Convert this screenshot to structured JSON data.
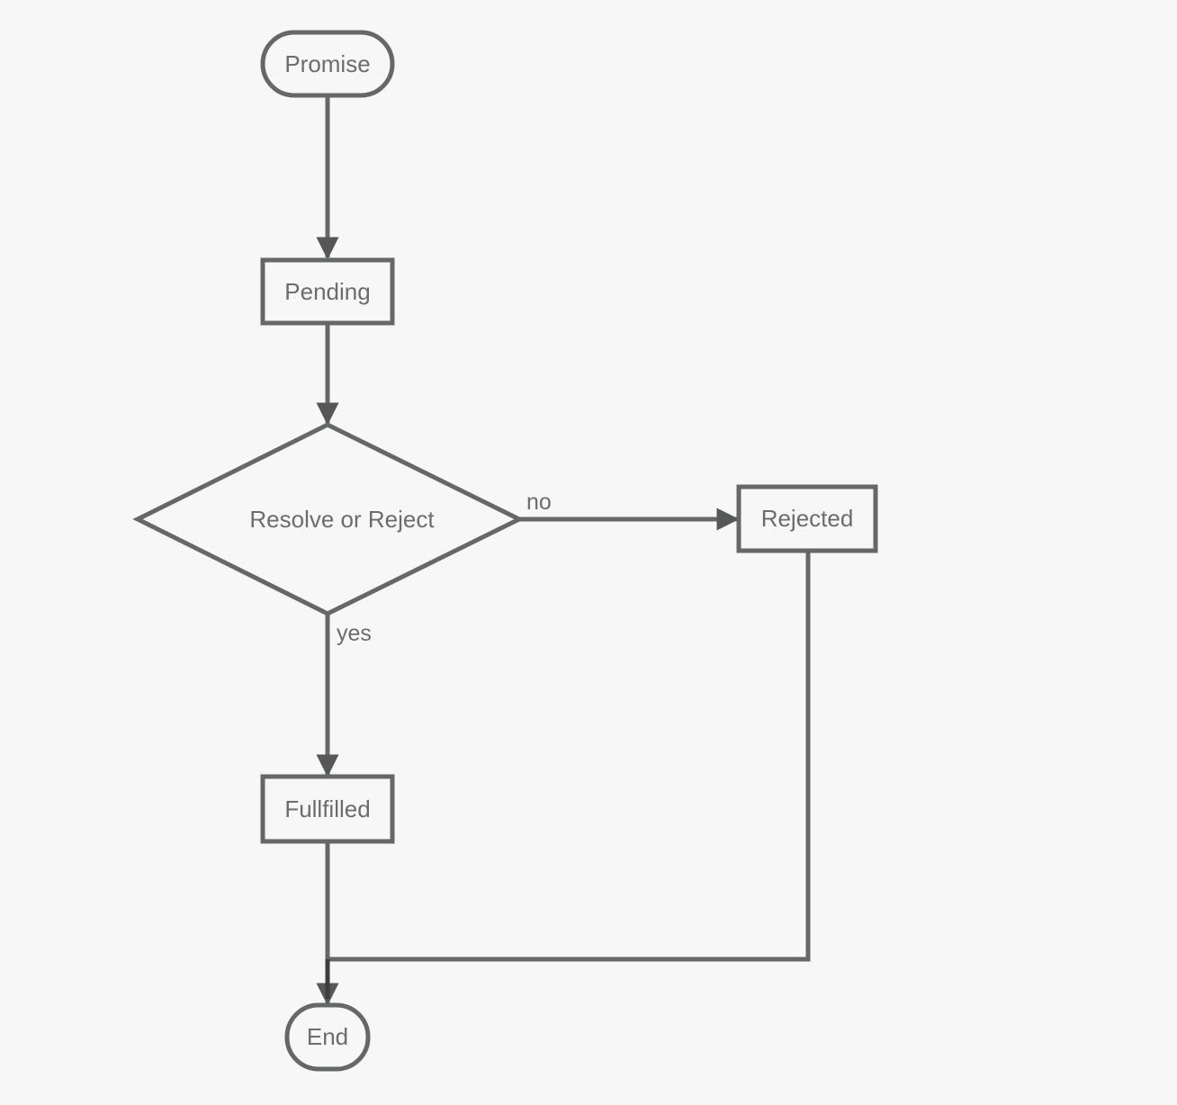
{
  "diagram": {
    "type": "flowchart",
    "nodes": {
      "promise": {
        "label": "Promise",
        "shape": "terminator"
      },
      "pending": {
        "label": "Pending",
        "shape": "process"
      },
      "decision": {
        "label": "Resolve or Reject",
        "shape": "decision"
      },
      "rejected": {
        "label": "Rejected",
        "shape": "process"
      },
      "fulfilled": {
        "label": "Fullfilled",
        "shape": "process"
      },
      "end": {
        "label": "End",
        "shape": "terminator"
      }
    },
    "edges": {
      "no_label": "no",
      "yes_label": "yes"
    },
    "colors": {
      "background": "#f7f7f7",
      "stroke": "#656866",
      "text": "#6b6d6c"
    }
  }
}
